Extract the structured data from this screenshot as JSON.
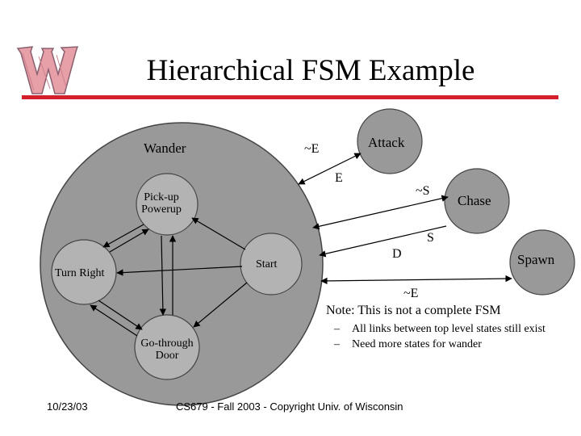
{
  "slide": {
    "title": "Hierarchical FSM Example"
  },
  "diagram": {
    "states": {
      "wander": "Wander",
      "attack": "Attack",
      "chase": "Chase",
      "spawn": "Spawn",
      "pickup_line1": "Pick-up",
      "pickup_line2": "Powerup",
      "turn_right": "Turn Right",
      "start": "Start",
      "go_through_line1": "Go-through",
      "go_through_line2": "Door"
    },
    "transitions": {
      "not_e_attack": "~E",
      "e": "E",
      "not_s": "~S",
      "s": "S",
      "d": "D",
      "not_e_spawn": "~E"
    }
  },
  "note": {
    "heading": "Note: This is not a complete FSM",
    "dash": "–",
    "bullets": [
      "All links between top level states still exist",
      "Need more states for wander"
    ]
  },
  "footer": {
    "date": "10/23/03",
    "credit": "CS679 - Fall 2003 - Copyright Univ. of Wisconsin"
  },
  "colors": {
    "title_bar": "#d31e2b",
    "outer_state_fill": "#999999",
    "inner_state_fill": "#b3b3b3",
    "logo_fill": "#e8a0a8"
  }
}
